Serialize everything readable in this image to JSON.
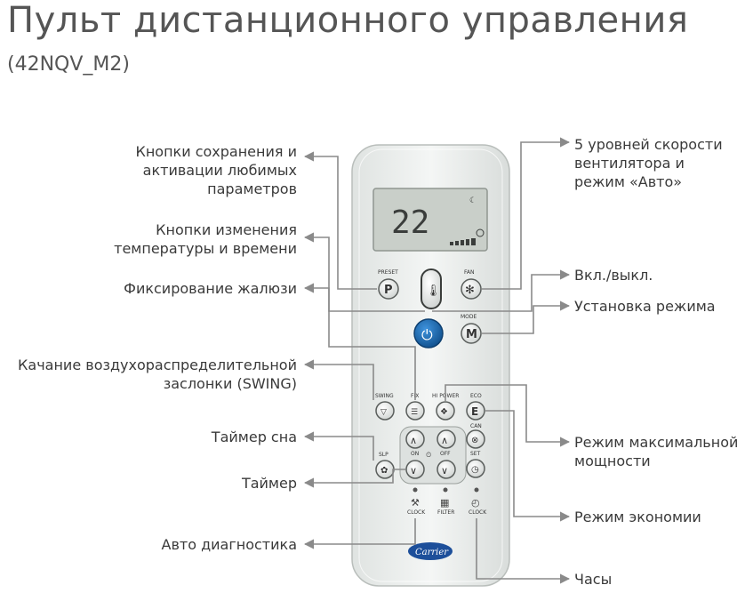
{
  "title": "Пульт дистанционного управления",
  "subtitle": "(42NQV_M2)",
  "display": {
    "value": "22"
  },
  "remote_buttons": {
    "preset": {
      "caption": "PRESET",
      "glyph": "P"
    },
    "fan": {
      "caption": "FAN"
    },
    "mode": {
      "caption": "MODE",
      "glyph": "M"
    },
    "swing": {
      "caption": "SWING"
    },
    "fix": {
      "caption": "FIX"
    },
    "hipower": {
      "caption": "HI POWER"
    },
    "eco": {
      "caption": "ECO",
      "glyph": "E"
    },
    "on": {
      "caption": "ON"
    },
    "off": {
      "caption": "OFF"
    },
    "set": {
      "caption": "SET"
    },
    "can": {
      "caption": "CAN"
    },
    "slp": {
      "caption": "SLP"
    },
    "clock_left": {
      "caption": "CLOCK"
    },
    "filter": {
      "caption": "FILTER"
    },
    "clock_right": {
      "caption": "CLOCK"
    },
    "brand": {
      "text": "Carrier"
    }
  },
  "labels": {
    "favorites": [
      "Кнопки сохранения и",
      "активации любимых",
      "параметров"
    ],
    "temp_time": [
      "Кнопки изменения",
      "температуры и времени"
    ],
    "louver_fix": [
      "Фиксирование жалюзи"
    ],
    "swing": [
      "Качание воздухораспределительной",
      "заслонки (SWING)"
    ],
    "sleep_timer": [
      "Таймер сна"
    ],
    "timer": [
      "Таймер"
    ],
    "auto_diag": [
      "Авто диагностика"
    ],
    "fan_speed": [
      "5 уровней скорости",
      "вентилятора и",
      "режим «Авто»"
    ],
    "on_off": [
      "Вкл./выкл."
    ],
    "mode_set": [
      "Установка режима"
    ],
    "max_power": [
      "Режим максимальной",
      "мощности"
    ],
    "eco_mode": [
      "Режим экономии"
    ],
    "clock": [
      "Часы"
    ]
  },
  "colors": {
    "leader": "#8a8a8a",
    "power_button": "#1b6fb8",
    "remote_body": "#e9ecea",
    "lcd": "#c9cfc9"
  }
}
